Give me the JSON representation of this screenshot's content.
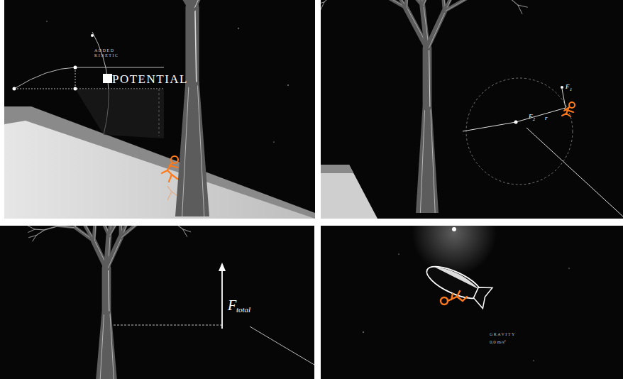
{
  "diagram": {
    "labels": [
      "ADDED KINETIC",
      "POTENTIAL",
      "F",
      "1",
      "F",
      "2",
      "r",
      "F",
      "total",
      "GRAVITY",
      "0.0 m/s²"
    ]
  }
}
